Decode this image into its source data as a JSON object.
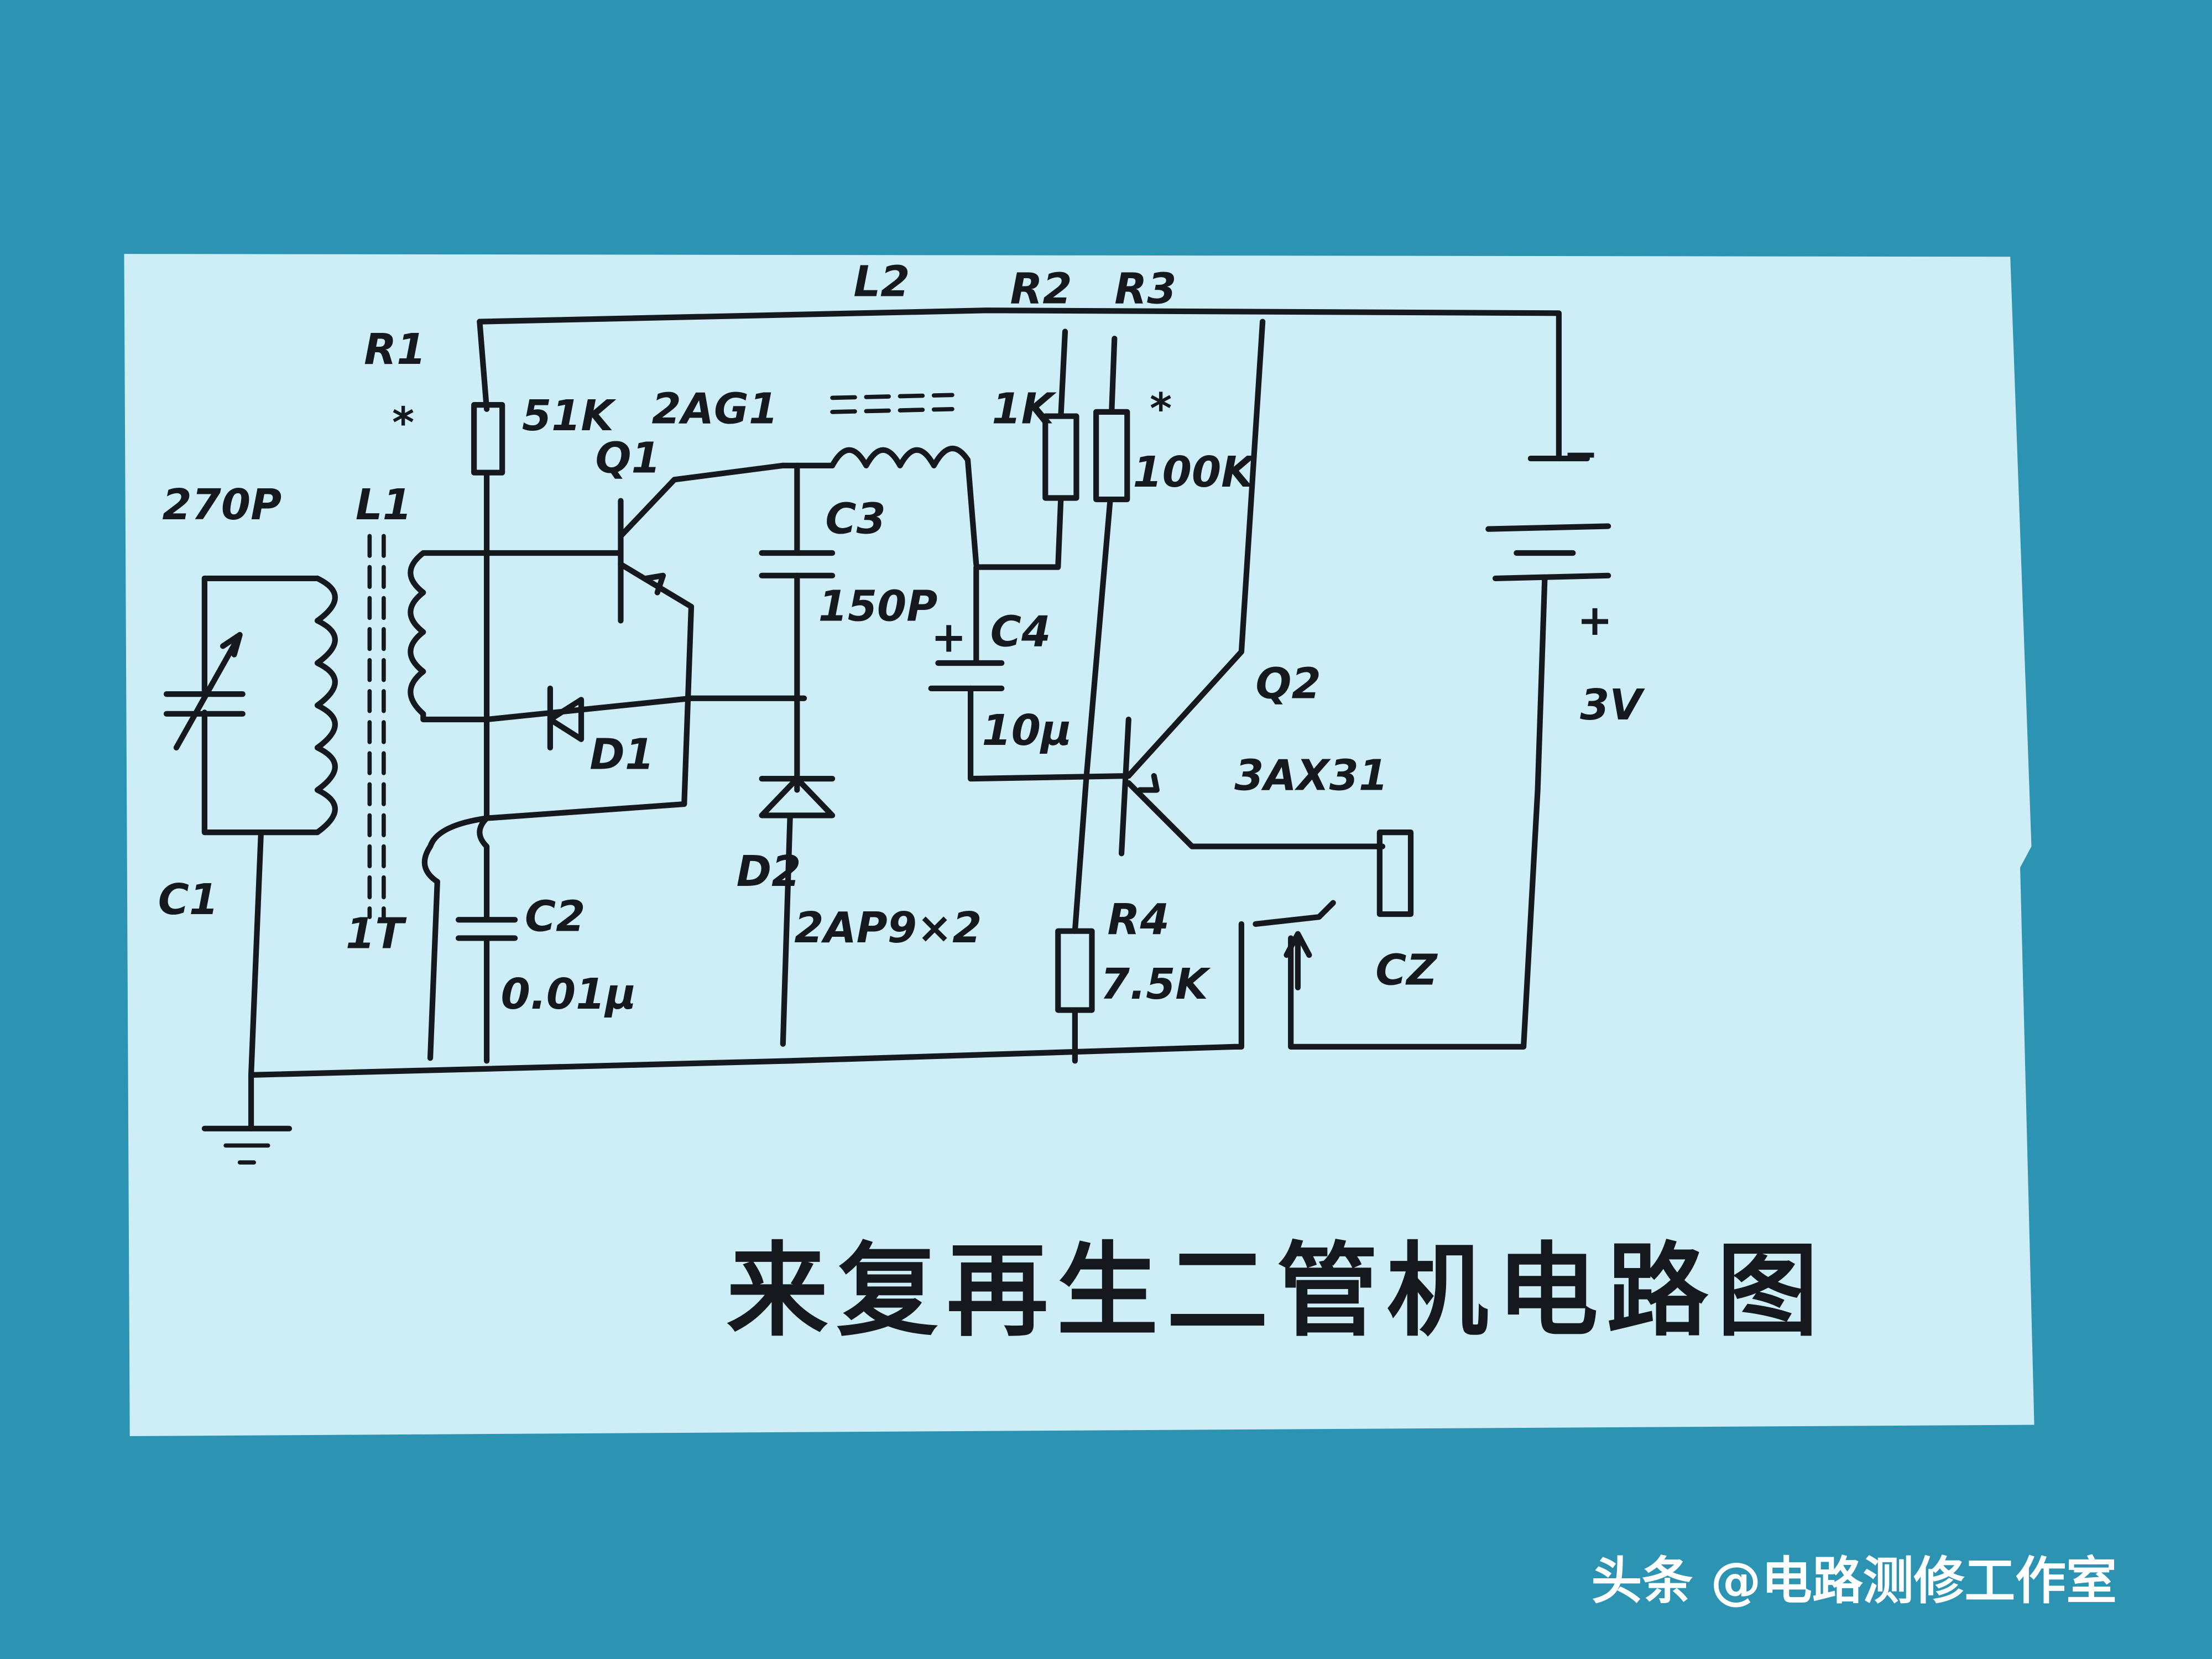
{
  "colors": {
    "background": "#2c93b3",
    "paper": "#cdeef6",
    "ink": "#15181c"
  },
  "diagram": {
    "title": "来复再生二管机电路图",
    "labels": {
      "r1": "R1",
      "r1_mark": "*",
      "r1_value": "51K",
      "q1": "Q1",
      "q1_type": "2AG1",
      "l1": "L1",
      "c1_value": "270P",
      "c1": "C1",
      "t1": "1T",
      "c2": "C2",
      "c2_value": "0.01μ",
      "d1": "D1",
      "l2": "L2",
      "l2_core": "===",
      "r2": "R2",
      "r2_value": "1K",
      "r3": "R3",
      "r3_mark": "*",
      "r3_value": "100K",
      "c3": "C3",
      "c3_value": "150P",
      "c4": "C4",
      "c4_plus": "+",
      "c4_value": "10μ",
      "d2": "D2",
      "d2_type": "2AP9×2",
      "q2": "Q2",
      "q2_type": "3AX31",
      "r4": "R4",
      "r4_value": "7.5K",
      "earphone": "CZ",
      "battery_minus": "−",
      "battery_plus": "+",
      "battery_voltage": "3V"
    }
  },
  "watermark": "头条 @电路测修工作室"
}
